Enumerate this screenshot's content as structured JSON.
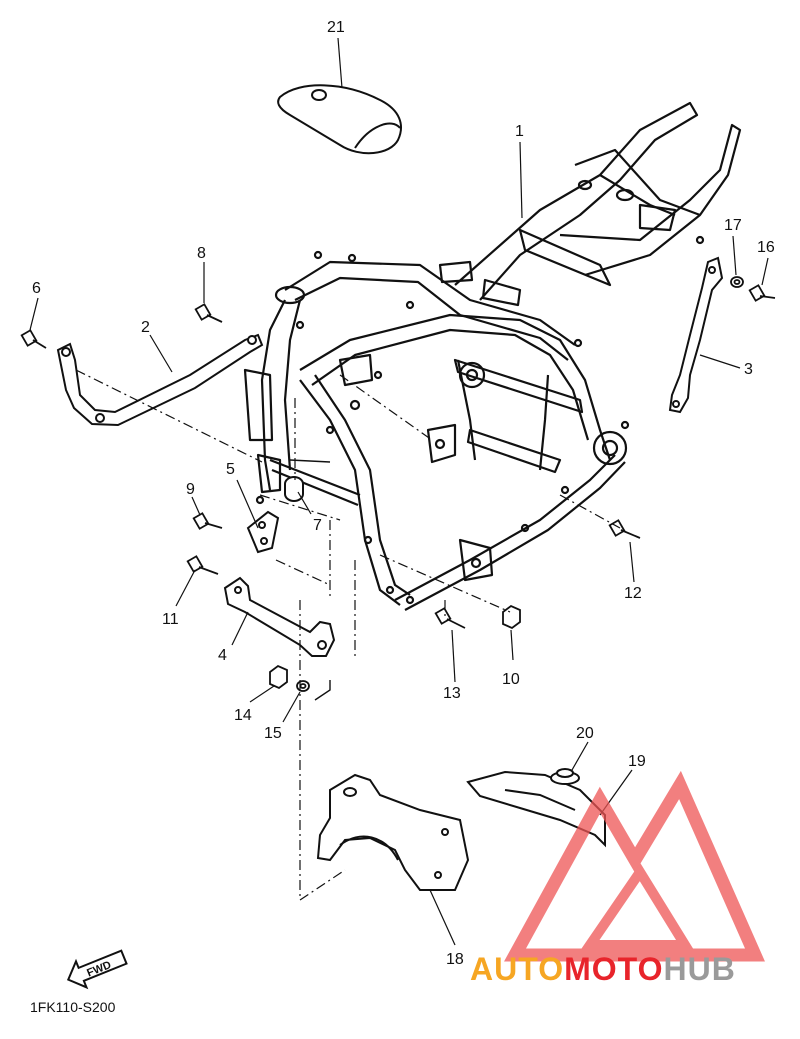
{
  "callouts": [
    {
      "id": "1",
      "label": "1"
    },
    {
      "id": "2",
      "label": "2"
    },
    {
      "id": "3",
      "label": "3"
    },
    {
      "id": "4",
      "label": "4"
    },
    {
      "id": "5",
      "label": "5"
    },
    {
      "id": "6",
      "label": "6"
    },
    {
      "id": "7",
      "label": "7"
    },
    {
      "id": "8",
      "label": "8"
    },
    {
      "id": "9",
      "label": "9"
    },
    {
      "id": "10",
      "label": "10"
    },
    {
      "id": "11",
      "label": "11"
    },
    {
      "id": "12",
      "label": "12"
    },
    {
      "id": "13",
      "label": "13"
    },
    {
      "id": "14",
      "label": "14"
    },
    {
      "id": "15",
      "label": "15"
    },
    {
      "id": "16",
      "label": "16"
    },
    {
      "id": "17",
      "label": "17"
    },
    {
      "id": "18",
      "label": "18"
    },
    {
      "id": "19",
      "label": "19"
    },
    {
      "id": "20",
      "label": "20"
    },
    {
      "id": "21",
      "label": "21"
    }
  ],
  "fwd_label": "FWD",
  "diagram_code": "1FK110-S200",
  "watermark": {
    "part1": "AUTO",
    "part2": "MOTO",
    "part3": "HUB",
    "colors": {
      "orange": "#f6a623",
      "red": "#e8242b",
      "gray": "#9a9a9a",
      "triangle": "#ee5555"
    }
  }
}
